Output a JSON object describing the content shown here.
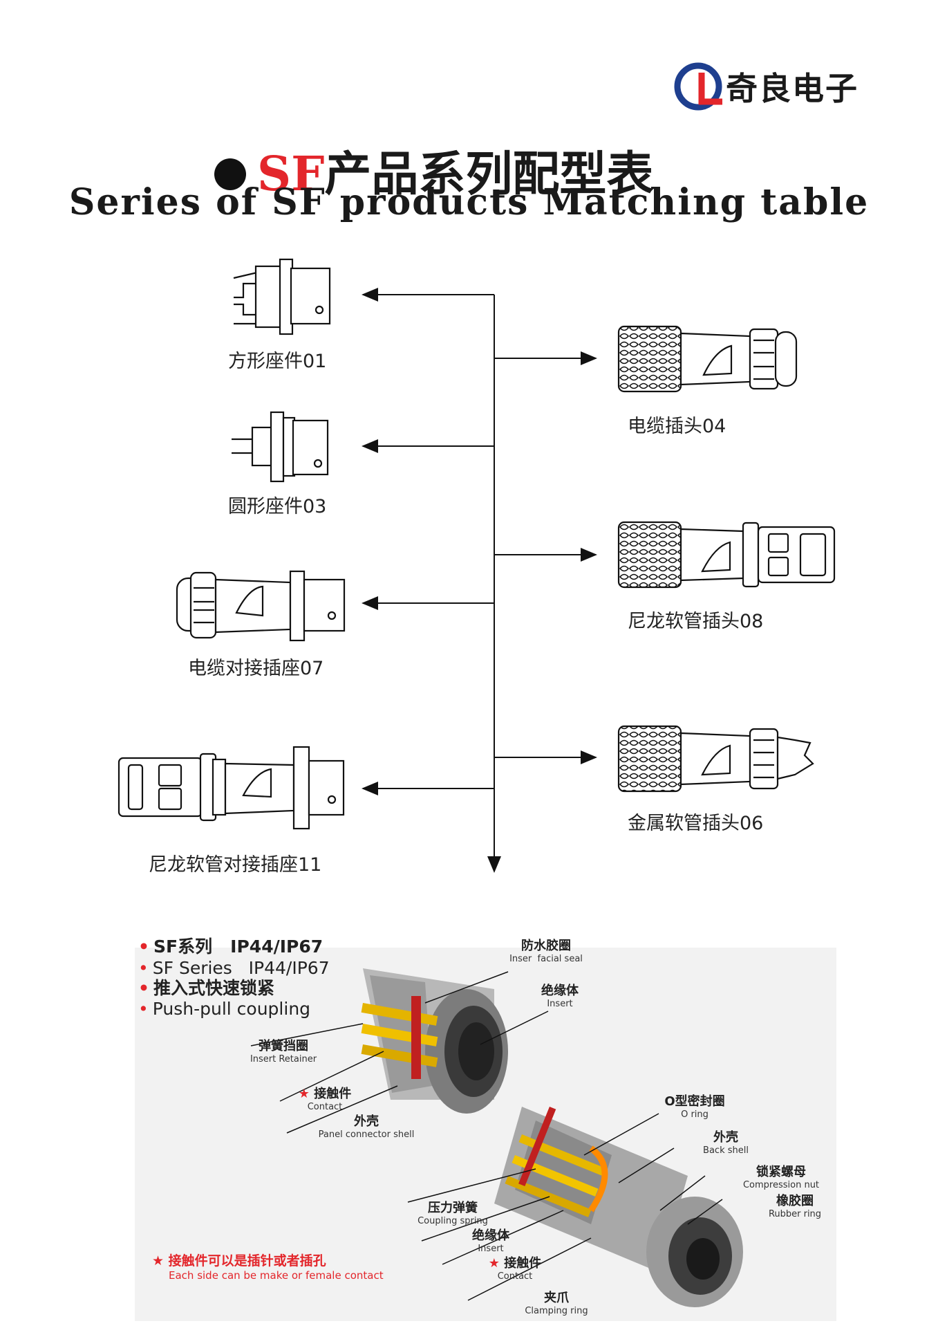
{
  "brand": {
    "name": "奇良电子"
  },
  "title": {
    "cn_prefix": "SF",
    "cn_rest": "产品系列配型表",
    "en": "Series of SF products Matching table"
  },
  "products_left": [
    {
      "label": "方形座件01"
    },
    {
      "label": "圆形座件03"
    },
    {
      "label": "电缆对接插座07"
    },
    {
      "label": "尼龙软管对接插座11"
    }
  ],
  "products_right": [
    {
      "label": "电缆插头04"
    },
    {
      "label": "尼龙软管插头08"
    },
    {
      "label": "金属软管插头06"
    }
  ],
  "features": [
    {
      "text": "SF系列   IP44/IP67"
    },
    {
      "text": "SF Series   IP44/IP67"
    },
    {
      "text": "推入式快速锁紧"
    },
    {
      "text": "Push-pull coupling"
    }
  ],
  "callouts": {
    "facial_seal": {
      "cn": "防水胶圈",
      "en": "Inser  facial seal"
    },
    "insert_top": {
      "cn": "绝缘体",
      "en": "Insert"
    },
    "insert_retainer": {
      "cn": "弹簧挡圈",
      "en": "Insert Retainer"
    },
    "contact_top": {
      "cn": "接触件",
      "en": "Contact"
    },
    "panel_shell": {
      "cn": "外壳",
      "en": "Panel connector shell"
    },
    "o_ring": {
      "cn": "O型密封圈",
      "en": "O ring"
    },
    "back_shell": {
      "cn": "外壳",
      "en": "Back shell"
    },
    "compression_nut": {
      "cn": "锁紧螺母",
      "en": "Compression nut"
    },
    "rubber_ring": {
      "cn": "橡胶圈",
      "en": "Rubber ring"
    },
    "coupling_spring": {
      "cn": "压力弹簧",
      "en": "Coupling spring"
    },
    "insert_bottom": {
      "cn": "绝缘体",
      "en": "Insert"
    },
    "contact_bottom": {
      "cn": "接触件",
      "en": "Contact"
    },
    "clamping_ring": {
      "cn": "夹爪",
      "en": "Clamping ring"
    }
  },
  "note": {
    "cn": "接触件可以是插针或者插孔",
    "en": "Each side can be make or female contact"
  },
  "colors": {
    "accent_red": "#e3262b",
    "logo_blue": "#1e3f8f",
    "text_dark": "#1a1a1a"
  }
}
